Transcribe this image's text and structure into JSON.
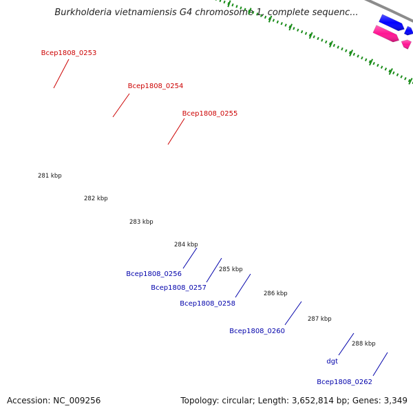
{
  "title": "Burkholderia vietnamiensis G4 chromosome 1, complete sequenc...",
  "footer": {
    "accession": "Accession: NC_009256",
    "summary": "Topology: circular; Length: 3,652,814 bp; Genes: 3,349"
  },
  "colors": {
    "red": "#ff0000",
    "pink": "#ff1493",
    "blue": "#0000ff",
    "cyan": "#00bfff",
    "tick": "#1a8c1a",
    "backbone": "#8c8c8c",
    "label_red": "#cc0000",
    "label_blue": "#0000aa"
  },
  "kbp_labels": [
    "281 kbp",
    "282 kbp",
    "283 kbp",
    "284 kbp",
    "285 kbp",
    "286 kbp",
    "287 kbp",
    "288 kbp"
  ],
  "gene_labels": [
    {
      "text": "Bcep1808_0253",
      "color": "red"
    },
    {
      "text": "Bcep1808_0254",
      "color": "red"
    },
    {
      "text": "Bcep1808_0255",
      "color": "red"
    },
    {
      "text": "Bcep1808_0256",
      "color": "blue"
    },
    {
      "text": "Bcep1808_0257",
      "color": "blue"
    },
    {
      "text": "Bcep1808_0258",
      "color": "blue"
    },
    {
      "text": "Bcep1808_0260",
      "color": "blue"
    },
    {
      "text": "dgt",
      "color": "blue"
    },
    {
      "text": "Bcep1808_0262",
      "color": "blue"
    }
  ]
}
